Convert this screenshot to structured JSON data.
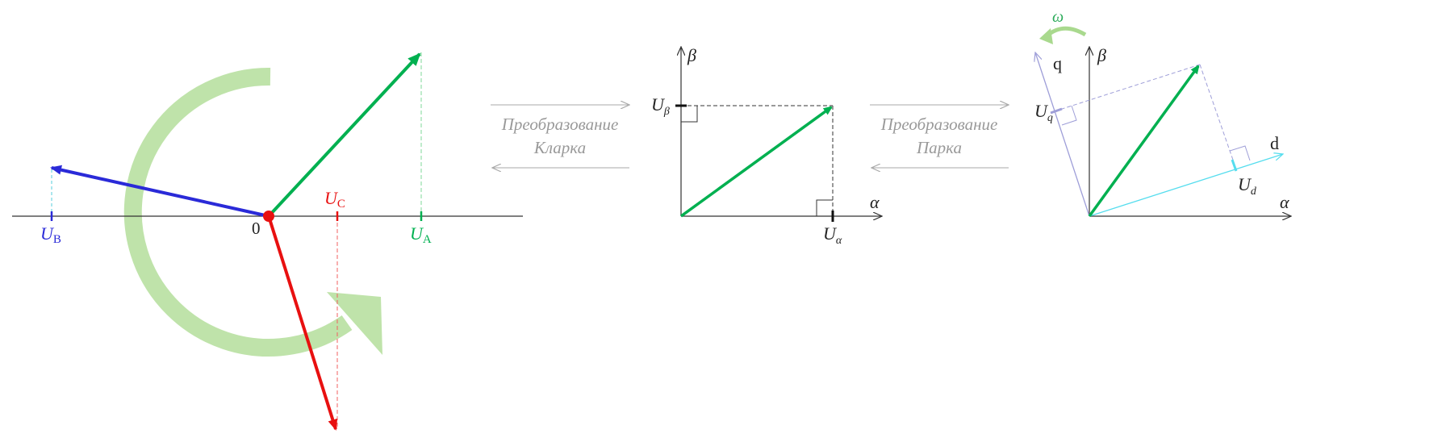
{
  "colors": {
    "phase_a": "#00b050",
    "phase_b": "#2a2ad8",
    "phase_c": "#e81010",
    "rotation_arrow": "#a9d98e",
    "omega": "#2cab5a",
    "d_axis": "#55ddee",
    "q_axis": "#9e9ed8",
    "axis": "#333333",
    "caption": "#999999"
  },
  "three_phase": {
    "origin_label": "0",
    "ua": {
      "main": "U",
      "sub": "A"
    },
    "ub": {
      "main": "U",
      "sub": "B"
    },
    "uc": {
      "main": "U",
      "sub": "C"
    }
  },
  "clarke": {
    "caption_line1": "Преобразование",
    "caption_line2": "Кларка",
    "alpha_label": "α",
    "beta_label": "β",
    "u_alpha": {
      "main": "U",
      "sub": "α"
    },
    "u_beta": {
      "main": "U",
      "sub": "β"
    }
  },
  "park": {
    "caption_line1": "Преобразование",
    "caption_line2": "Парка",
    "alpha_label": "α",
    "beta_label": "β",
    "d_label": "d",
    "q_label": "q",
    "omega_label": "ω",
    "u_d": {
      "main": "U",
      "sub": "d"
    },
    "u_q": {
      "main": "U",
      "sub": "q"
    }
  }
}
